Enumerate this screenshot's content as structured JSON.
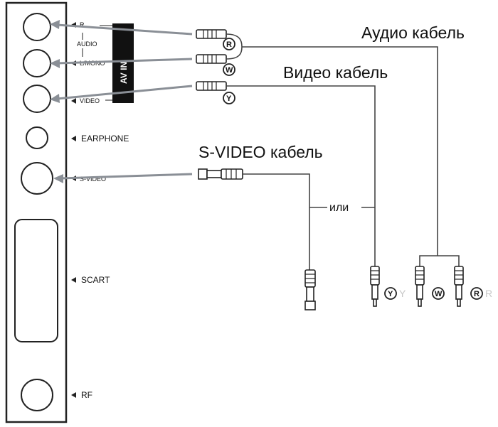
{
  "panel": {
    "jacks": [
      {
        "id": "r",
        "label": "R"
      },
      {
        "id": "audio",
        "label": "AUDIO"
      },
      {
        "id": "lmono",
        "label": "L/MONO"
      },
      {
        "id": "video",
        "label": "VIDEO"
      },
      {
        "id": "earphone",
        "label": "EARPHONE"
      },
      {
        "id": "svideo",
        "label": "S-VIDEO"
      },
      {
        "id": "scart",
        "label": "SCART"
      },
      {
        "id": "rf",
        "label": "RF"
      }
    ],
    "av_in_label": "AV IN"
  },
  "callouts": {
    "audio_cable": "Аудио кабель",
    "video_cable": "Видео кабель",
    "svideo_cable": "S-VIDEO кабель",
    "or": "или"
  },
  "badges": {
    "r": "R",
    "w": "W",
    "y": "Y",
    "y_ghost": "Y",
    "r_ghost": "R"
  }
}
